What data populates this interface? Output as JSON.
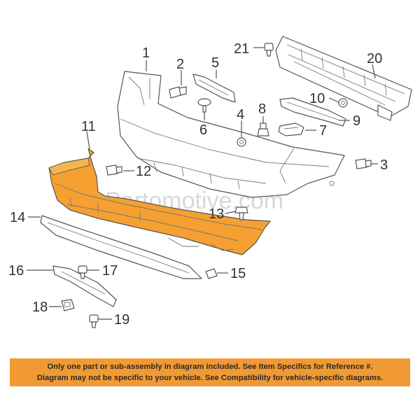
{
  "watermark": "Partomotive.com",
  "callouts": {
    "c1": "1",
    "c2": "2",
    "c3": "3",
    "c4": "4",
    "c5": "5",
    "c6": "6",
    "c7": "7",
    "c8": "8",
    "c9": "9",
    "c10": "10",
    "c11": "11",
    "c12": "12",
    "c13": "13",
    "c14": "14",
    "c15": "15",
    "c16": "16",
    "c17": "17",
    "c18": "18",
    "c19": "19",
    "c20": "20",
    "c21": "21"
  },
  "notice": {
    "line1": "Only one part or sub-assembly in diagram included. See Item Specifics for Reference #.",
    "line2": "Diagram may not be specific to your vehicle. See Compatibility for vehicle-specific diagrams."
  },
  "colors": {
    "highlight_part": "#f5a030",
    "notice_background": "#f19a34",
    "line": "#555555"
  }
}
